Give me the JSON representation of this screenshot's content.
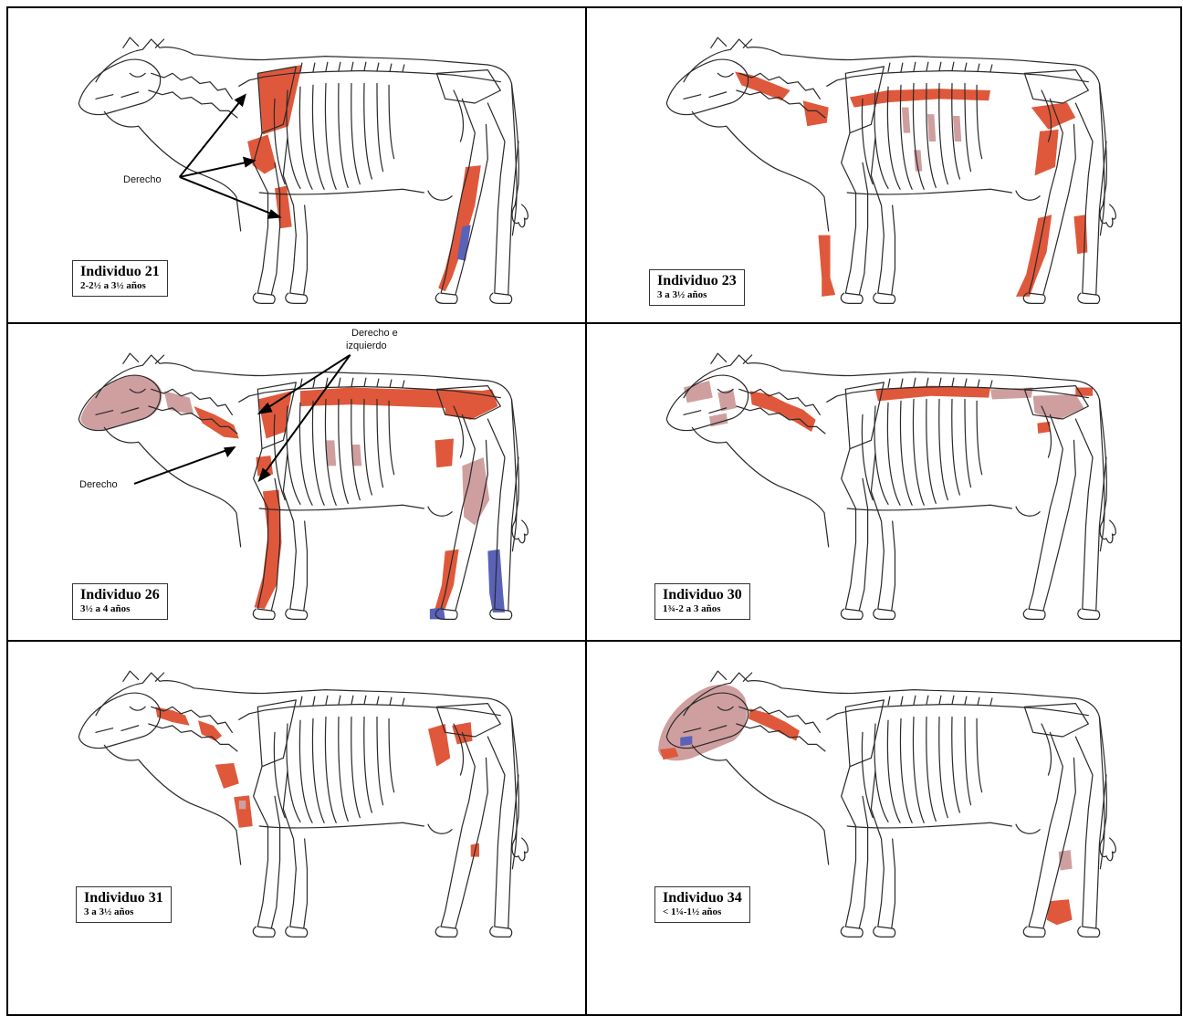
{
  "colors": {
    "present": "#e0583b",
    "possible": "#cf9fa0",
    "other": "#5a62b8",
    "outline": "#2a2a2a"
  },
  "panels": [
    {
      "id": "p21",
      "name": "Individuo 21",
      "age": "2-2½ a 3½ años",
      "annotations": [
        "Derecho"
      ]
    },
    {
      "id": "p23",
      "name": "Individuo 23",
      "age": "3 a 3½ años",
      "annotations": []
    },
    {
      "id": "p26",
      "name": "Individuo 26",
      "age": "3½ a 4 años",
      "annotations": [
        "Derecho e",
        "izquierdo",
        "Derecho"
      ]
    },
    {
      "id": "p30",
      "name": "Individuo 30",
      "age": "1¾-2 a 3 años",
      "annotations": []
    },
    {
      "id": "p31",
      "name": "Individuo 31",
      "age": "3 a 3½ años",
      "annotations": []
    },
    {
      "id": "p34",
      "name": "Individuo 34",
      "age": "< 1¼-1½ años",
      "annotations": []
    }
  ]
}
